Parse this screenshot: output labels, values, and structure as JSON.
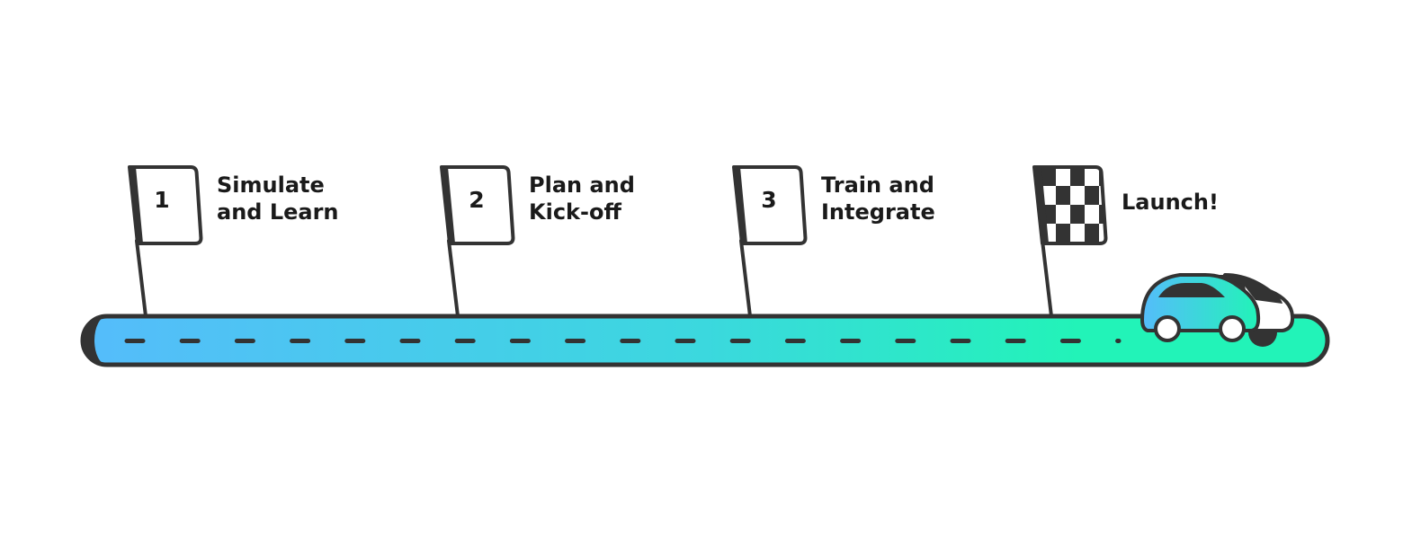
{
  "colors": {
    "outline": "#333333",
    "road_start": "#55BCFB",
    "road_end": "#22F3B8",
    "flag_fill": "#ffffff",
    "text": "#1a1a1a"
  },
  "milestones": [
    {
      "number": "1",
      "line1": "Simulate",
      "line2": "and Learn"
    },
    {
      "number": "2",
      "line1": "Plan and",
      "line2": "Kick-off"
    },
    {
      "number": "3",
      "line1": "Train and",
      "line2": "Integrate"
    }
  ],
  "finish": {
    "label": "Launch!",
    "flag_icon": "checkered-flag-icon"
  },
  "vehicle": {
    "icon": "car-icon"
  }
}
